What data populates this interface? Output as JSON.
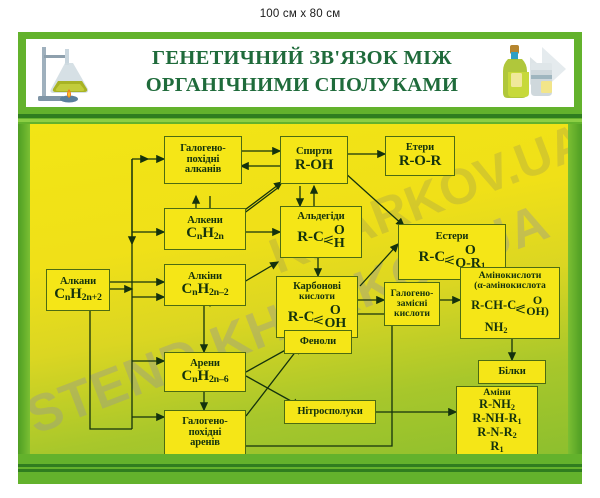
{
  "caption": "100 см x 80 см",
  "poster": {
    "title_line1": "ГЕНЕТИЧНИЙ ЗВ'ЯЗОК МІЖ",
    "title_line2": "ОРГАНІЧНИМИ СПОЛУКАМИ",
    "title_color": "#1f6b3b",
    "frame_color": "#63b22c",
    "canvas_gradient_from": "#f2e515",
    "canvas_gradient_to": "#8dbf2e",
    "box_fill": "#f5e617",
    "box_border": "#4c6b12"
  },
  "watermark": {
    "text": "STEND.KHARKOV.UA",
    "text2": "KHARKOV.UA"
  },
  "icons": {
    "left": "lab-flask-burner-icon",
    "right": "chemical-bottles-icon"
  },
  "nodes": [
    {
      "id": "alkany",
      "title": "Алкани",
      "formula": "CnH2n+2"
    },
    {
      "id": "halo-alkany",
      "title_l1": "Галогено-",
      "title_l2": "похідні",
      "title_l3": "алканів"
    },
    {
      "id": "alkeny",
      "title": "Алкени",
      "formula": "CnH2n"
    },
    {
      "id": "alkiny",
      "title": "Алкіни",
      "formula": "CnH2n-2"
    },
    {
      "id": "areny",
      "title": "Арени",
      "formula": "CnH2n-6"
    },
    {
      "id": "halo-areny",
      "title_l1": "Галогено-",
      "title_l2": "похідні",
      "title_l3": "аренів"
    },
    {
      "id": "spyrty",
      "title": "Спирти",
      "formula": "R-OH"
    },
    {
      "id": "etery",
      "title": "Етери",
      "formula": "R-O-R"
    },
    {
      "id": "aldehidy",
      "title": "Альдегіди",
      "formula": "R-C(=O)H"
    },
    {
      "id": "estery",
      "title": "Естери",
      "formula": "R-C(=O)O-R1"
    },
    {
      "id": "karbonovi",
      "title_l1": "Карбонові",
      "title_l2": "кислоти",
      "formula": "R-C(=O)OH"
    },
    {
      "id": "halo-kysloty",
      "title_l1": "Галогено-",
      "title_l2": "замісні",
      "title_l3": "кислоти"
    },
    {
      "id": "aminokysloty",
      "title_l1": "Амінокислоти",
      "title_l2": "(α-амінокислота",
      "formula": "R-CH-C(=O)OH)",
      "formula2": "NH2"
    },
    {
      "id": "bilky",
      "title": "Білки"
    },
    {
      "id": "fenoly",
      "title": "Феноли"
    },
    {
      "id": "nitro",
      "title": "Нітросполуки"
    },
    {
      "id": "aminy",
      "title": "Аміни",
      "f1": "R-NH2",
      "f2": "R-NH-R1",
      "f3": "R-N-R2",
      "f4": "R1"
    }
  ],
  "labels": {
    "alkany_title": "Алкани",
    "alkany_formula_base": "C",
    "halo_alkany_1": "Галогено-",
    "halo_alkany_2": "похідні",
    "halo_alkany_3": "алканів",
    "alkeny_title": "Алкени",
    "alkiny_title": "Алкіни",
    "areny_title": "Арени",
    "halo_areny_1": "Галогено-",
    "halo_areny_2": "похідні",
    "halo_areny_3": "аренів",
    "spyrty_title": "Спирти",
    "spyrty_formula": "R-OH",
    "etery_title": "Етери",
    "etery_formula": "R-O-R",
    "aldehidy_title": "Альдегіди",
    "estery_title": "Естери",
    "karbonovi_1": "Карбонові",
    "karbonovi_2": "кислоти",
    "halo_kysloty_1": "Галогено-",
    "halo_kysloty_2": "замісні",
    "halo_kysloty_3": "кислоти",
    "amino_1": "Амінокислоти",
    "amino_2": "(α-амінокислота",
    "bilky_title": "Білки",
    "fenoly_title": "Феноли",
    "nitro_title": "Нітросполуки",
    "aminy_title": "Аміни"
  }
}
